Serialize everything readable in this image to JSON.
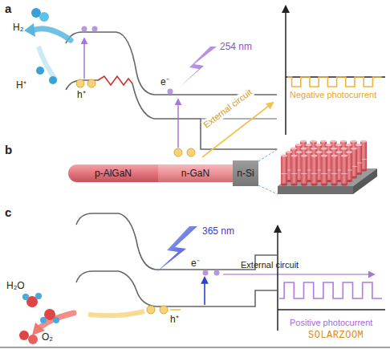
{
  "diagram": {
    "nodes": [
      {
        "text": [
          "p-AlGaN"
        ]
      },
      {
        "text": [
          "n-GaN"
        ]
      },
      {
        "text": [
          "n-Si"
        ]
      }
    ],
    "labels": [
      "a",
      "H₂",
      "H⁺",
      "254 nm",
      "e⁻",
      "h⁺",
      "External circuit",
      "Negative photocurrent",
      "b",
      "c",
      "365 nm",
      "e⁻",
      "External circuit",
      "Positive photocurrent",
      "H₂O",
      "h⁺",
      "O₂",
      "SOLARZOOM"
    ]
  }
}
